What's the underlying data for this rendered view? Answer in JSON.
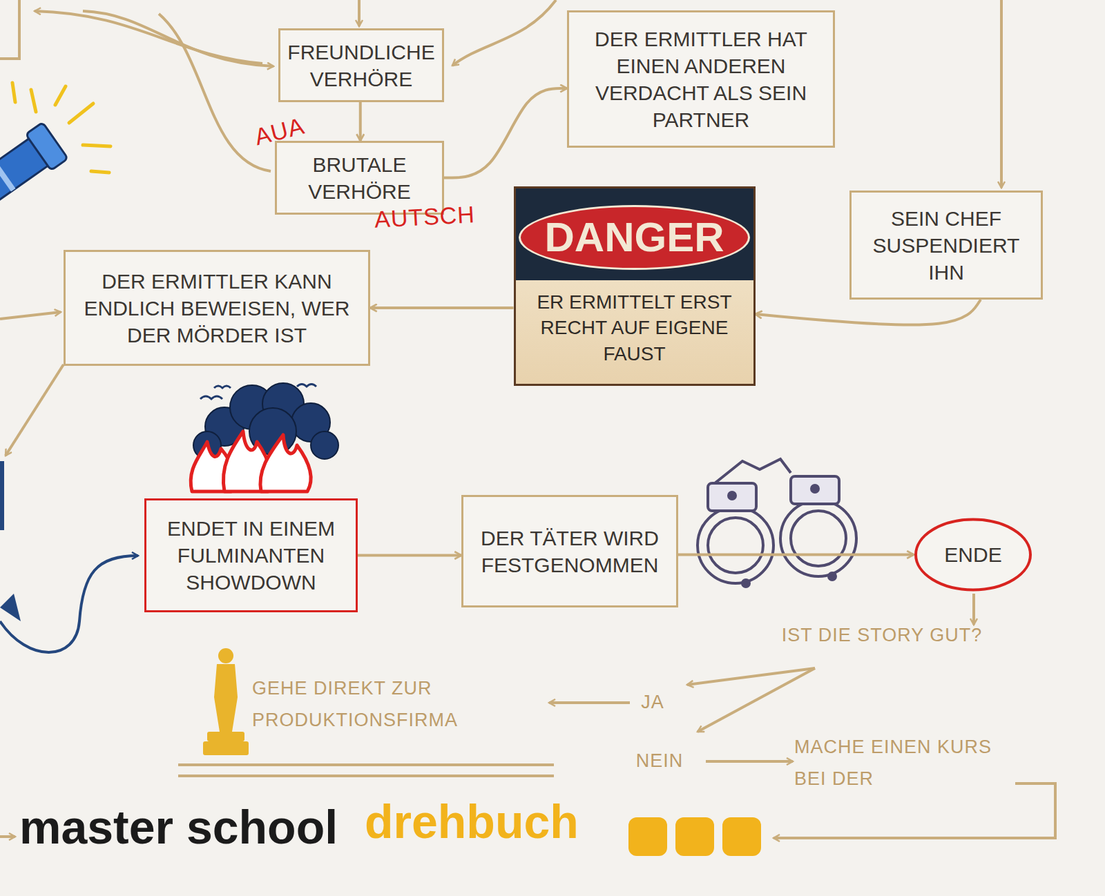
{
  "diagram": {
    "nodes": [
      {
        "text": [
          "FREUNDLICHE VERHÖRE"
        ]
      },
      {
        "text": [
          "DER ERMITTLER HAT EINEN ANDEREN VERDACHT ALS SEIN PARTNER"
        ]
      },
      {
        "text": [
          "BRUTALE VERHÖRE"
        ]
      },
      {
        "text": [
          "SEIN CHEF SUSPENDIERT IHN"
        ]
      },
      {
        "text": [
          "DER ERMITTLER KANN ENDLICH BEWEISEN, WER DER MÖRDER IST"
        ]
      },
      {
        "text": [
          "DANGER",
          "ER ERMITTELT ERST RECHT AUF EIGENE FAUST"
        ]
      },
      {
        "text": [
          "ENDET IN EINEM FULMINANTEN SHOWDOWN"
        ]
      },
      {
        "text": [
          "DER TÄTER WIRD FESTGENOMMEN"
        ]
      },
      {
        "text": [
          "ENDE"
        ]
      }
    ],
    "edges": [
      {
        "from": 0,
        "to": 2,
        "arrow": "to"
      },
      {
        "from": 2,
        "to": 1,
        "arrow": "to"
      },
      {
        "from": 3,
        "to": 5,
        "arrow": "to"
      },
      {
        "from": 5,
        "to": 4,
        "arrow": "to"
      },
      {
        "from": 6,
        "to": 7,
        "arrow": "to"
      },
      {
        "from": 7,
        "to": 8,
        "arrow": "to"
      }
    ],
    "labels": [
      "AUA",
      "AUTSCH",
      "IST DIE STORY GUT?",
      "JA",
      "GEHE DIREKT ZUR PRODUKTIONSFIRMA",
      "NEIN",
      "MACHE EINEN KURS BEI DER",
      "master school",
      "drehbuch"
    ]
  }
}
